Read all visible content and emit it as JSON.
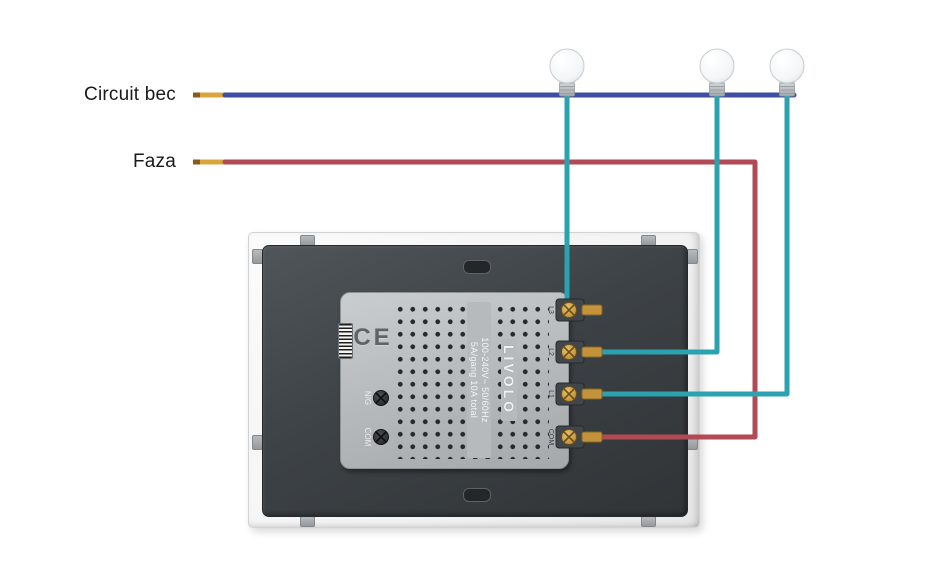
{
  "diagram": {
    "labels": {
      "neutral": "Circuit bec",
      "phase": "Faza"
    }
  },
  "device": {
    "brand": "LIVOLO",
    "rating_line1": "100-240V~ 50/60Hz",
    "rating_line2": "5A/gang 10A total",
    "ce_mark": "CE",
    "left_terminal_labels": [
      "N/G",
      "COM"
    ],
    "right_terminal_labels": [
      "L3",
      "L2",
      "L1",
      "COM"
    ]
  },
  "bulbs": {
    "count": 3
  },
  "colors": {
    "neutral_wire": "#3e4fa3",
    "phase_wire": "#b24a55",
    "load_wire": "#2aa2af",
    "copper_end": "#d9a43c",
    "copper_tip": "#8a5a20"
  }
}
